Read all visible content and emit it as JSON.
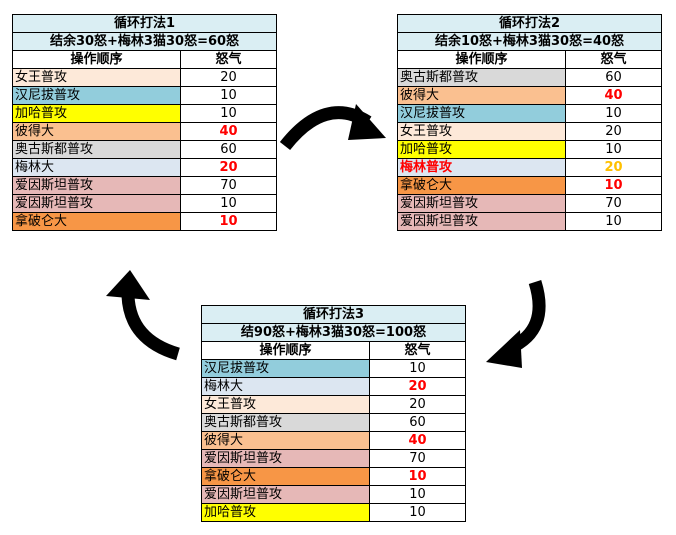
{
  "colors": {
    "blue": "#92cddc",
    "lightblue": "#dce6f1",
    "peach": "#fde9d9",
    "gray": "#d9d9d9",
    "orange": "#fac090",
    "pink": "#e6b8b7",
    "darkorange": "#f79646",
    "yellow": "#ffff00",
    "red": "#ff0000",
    "gold": "#ffc000"
  },
  "tables": [
    {
      "title": "循环打法1",
      "subtitle": "结余30怒+梅林3猫30怒=60怒",
      "col1": "操作顺序",
      "col2": "怒气",
      "rows": [
        {
          "name": "女王普攻",
          "value": "20",
          "color": "peach"
        },
        {
          "name": "汉尼拔普攻",
          "value": "10",
          "color": "blue"
        },
        {
          "name": "加哈普攻",
          "value": "10",
          "color": "yellow"
        },
        {
          "name": "彼得大",
          "value": "40",
          "color": "orange",
          "value_color": "red"
        },
        {
          "name": "奥古斯都普攻",
          "value": "60",
          "color": "gray"
        },
        {
          "name": "梅林大",
          "value": "20",
          "color": "lightblue",
          "value_color": "red"
        },
        {
          "name": "爱因斯坦普攻",
          "value": "70",
          "color": "pink"
        },
        {
          "name": "爱因斯坦普攻",
          "value": "10",
          "color": "pink"
        },
        {
          "name": "拿破仑大",
          "value": "10",
          "color": "darkorange",
          "value_color": "red"
        }
      ]
    },
    {
      "title": "循环打法2",
      "subtitle": "结余10怒+梅林3猫30怒=40怒",
      "col1": "操作顺序",
      "col2": "怒气",
      "rows": [
        {
          "name": "奥古斯都普攻",
          "value": "60",
          "color": "gray"
        },
        {
          "name": "彼得大",
          "value": "40",
          "color": "orange",
          "value_color": "red"
        },
        {
          "name": "汉尼拔普攻",
          "value": "10",
          "color": "blue"
        },
        {
          "name": "女王普攻",
          "value": "20",
          "color": "peach"
        },
        {
          "name": "加哈普攻",
          "value": "10",
          "color": "yellow"
        },
        {
          "name": "梅林普攻",
          "value": "20",
          "color": "lightblue",
          "name_color": "red",
          "value_color": "gold"
        },
        {
          "name": "拿破仑大",
          "value": "10",
          "color": "darkorange",
          "value_color": "red"
        },
        {
          "name": "爱因斯坦普攻",
          "value": "70",
          "color": "pink"
        },
        {
          "name": "爱因斯坦普攻",
          "value": "10",
          "color": "pink"
        }
      ]
    },
    {
      "title": "循环打法3",
      "subtitle": "结90怒+梅林3猫30怒=100怒",
      "col1": "操作顺序",
      "col2": "怒气",
      "rows": [
        {
          "name": "汉尼拔普攻",
          "value": "10",
          "color": "blue"
        },
        {
          "name": "梅林大",
          "value": "20",
          "color": "lightblue",
          "value_color": "red"
        },
        {
          "name": "女王普攻",
          "value": "20",
          "color": "peach"
        },
        {
          "name": "奥古斯都普攻",
          "value": "60",
          "color": "gray"
        },
        {
          "name": "彼得大",
          "value": "40",
          "color": "orange",
          "value_color": "red"
        },
        {
          "name": "爱因斯坦普攻",
          "value": "70",
          "color": "pink"
        },
        {
          "name": "拿破仑大",
          "value": "10",
          "color": "darkorange",
          "value_color": "red"
        },
        {
          "name": "爱因斯坦普攻",
          "value": "10",
          "color": "pink"
        },
        {
          "name": "加哈普攻",
          "value": "10",
          "color": "yellow"
        }
      ]
    }
  ]
}
